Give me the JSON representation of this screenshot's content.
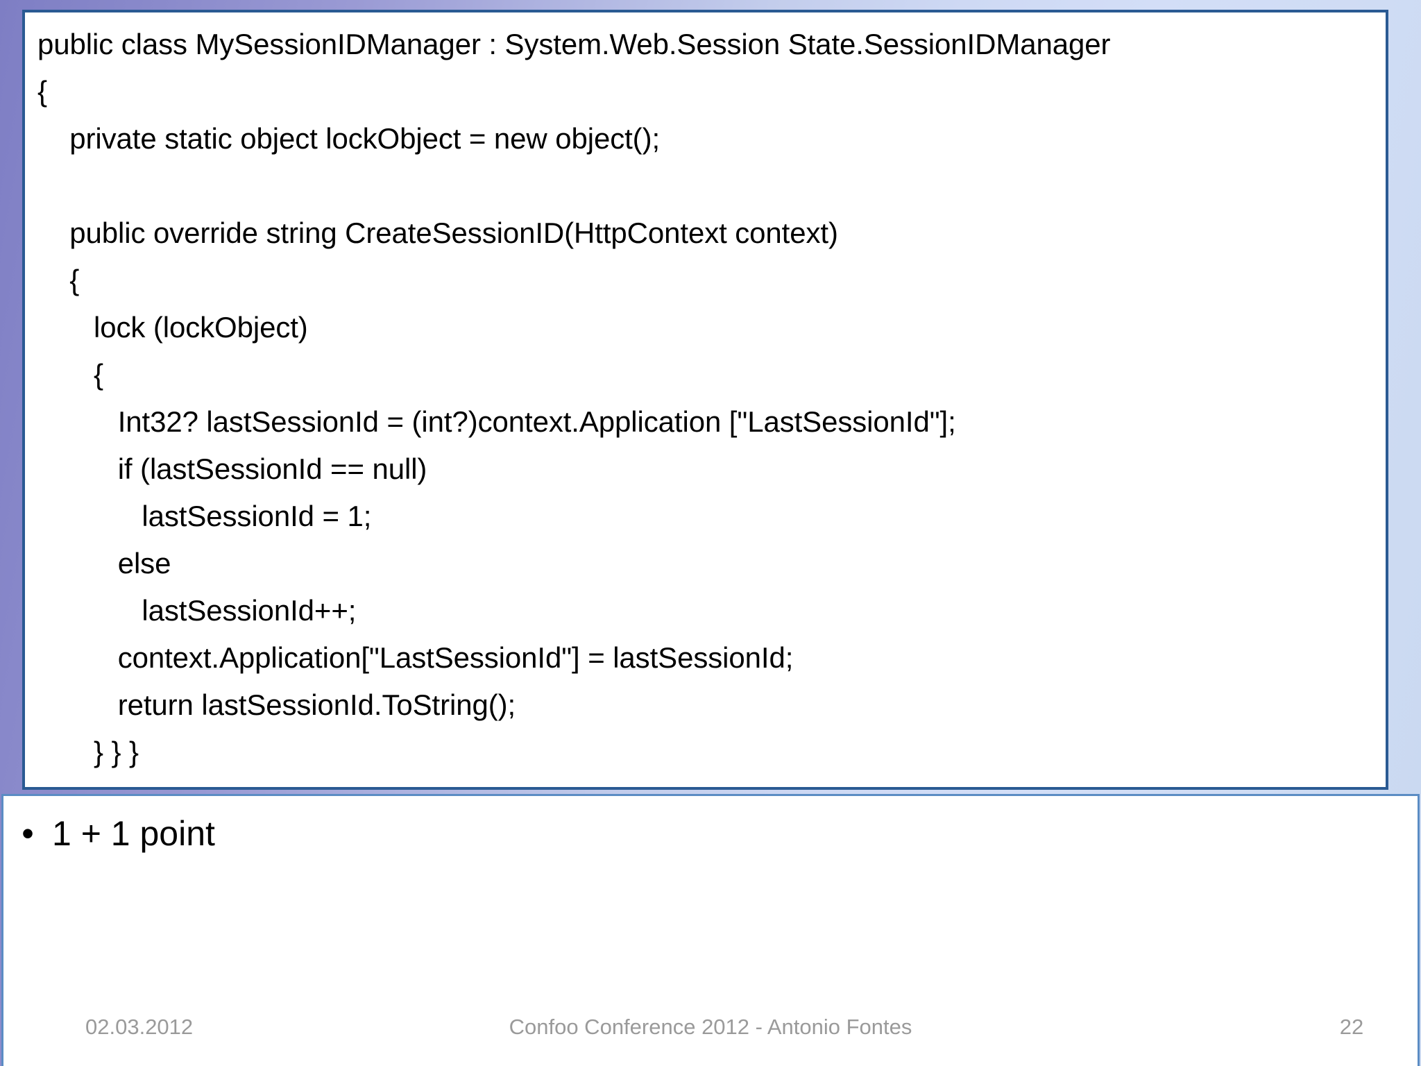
{
  "slide": {
    "background_gradient_from": "#7e7ec4",
    "background_gradient_to": "#c9d8f0"
  },
  "code_block": {
    "border_color": "#2a5a93",
    "background_color": "#ffffff",
    "language": "csharp",
    "lines": [
      "public class MySessionIDManager : System.Web.Session State.SessionIDManager",
      "{",
      "    private static object lockObject = new object();",
      "",
      "    public override string CreateSessionID(HttpContext context)",
      "    {",
      "       lock (lockObject)",
      "       {",
      "          Int32? lastSessionId = (int?)context.Application [\"LastSessionId\"];",
      "          if (lastSessionId == null)",
      "             lastSessionId = 1;",
      "          else",
      "             lastSessionId++;",
      "          context.Application[\"LastSessionId\"] = lastSessionId;",
      "          return lastSessionId.ToString();",
      "       } } }"
    ]
  },
  "content": {
    "bullets": [
      {
        "marker": "•",
        "text": "1 + 1 point"
      }
    ]
  },
  "footer": {
    "date": "02.03.2012",
    "center": "Confoo Conference 2012 - Antonio Fontes",
    "page_number": "22",
    "text_color": "#9a9a9a",
    "border_color": "#5b8cc4"
  }
}
